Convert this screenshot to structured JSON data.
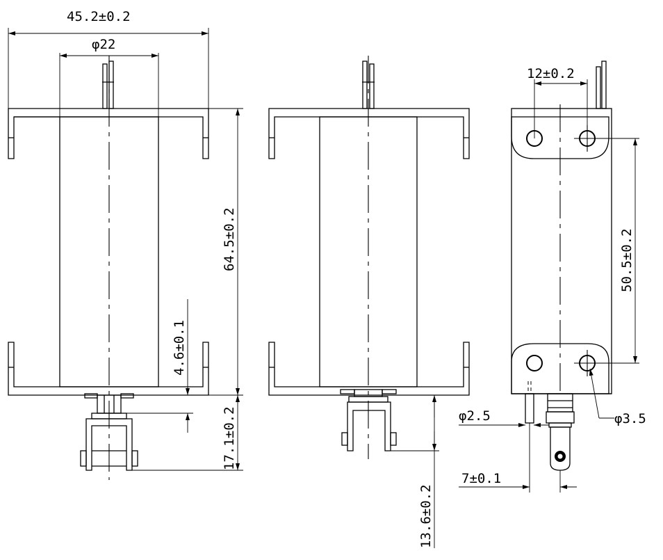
{
  "views": {
    "front": {
      "overall_width": "45.2±0.2",
      "diameter": "φ22",
      "height": "64.5±0.2",
      "stroke": "4.6±0.1",
      "plunger_length": "17.1±0.2"
    },
    "middle": {
      "plunger_length": "13.6±0.2"
    },
    "side": {
      "hole_spacing": "12±0.2",
      "hole_pitch": "50.5±0.2",
      "pin_diameter": "φ2.5",
      "hole_diameter": "φ3.5",
      "offset": "7±0.1"
    }
  }
}
